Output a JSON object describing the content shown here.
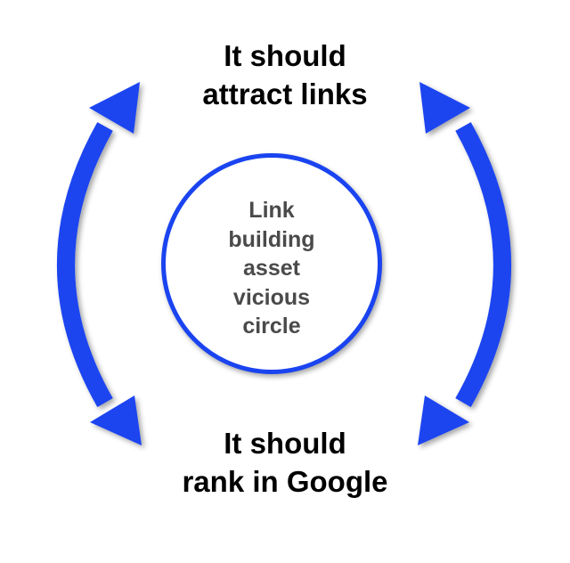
{
  "diagram": {
    "top_label": [
      "It should",
      "attract links"
    ],
    "bottom_label": [
      "It should",
      "rank in Google"
    ],
    "center_label": [
      "Link",
      "building",
      "asset",
      "vicious",
      "circle"
    ],
    "colors": {
      "arrow": "#1a44f0",
      "circle_border": "#1a44f0",
      "center_text": "#4a4a4a",
      "label_text": "#000000"
    }
  }
}
